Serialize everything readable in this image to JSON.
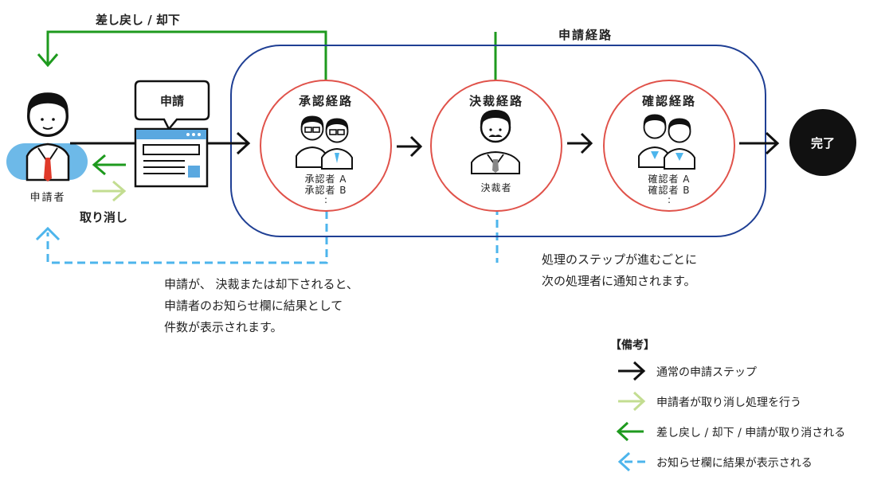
{
  "flow": {
    "return_label": "差し戻し / 却下",
    "route_label": "申請経路",
    "cancel_label": "取り消し",
    "application_label": "申請",
    "applicant": {
      "name": "申請者"
    },
    "stages": [
      {
        "title": "承認経路",
        "persons": [
          "承認者 A",
          "承認者 B",
          ":"
        ]
      },
      {
        "title": "決裁経路",
        "persons": [
          "決裁者"
        ]
      },
      {
        "title": "確認経路",
        "persons": [
          "確認者 A",
          "確認者 B",
          ":"
        ]
      }
    ],
    "complete_label": "完了"
  },
  "notes": {
    "result_lines": [
      "申請が、 決裁または却下されると、",
      "申請者のお知らせ欄に結果として",
      "件数が表示されます。"
    ],
    "step_lines": [
      "処理のステップが進むごとに",
      "次の処理者に通知されます。"
    ]
  },
  "legend": {
    "title": "【備考】",
    "items": [
      {
        "label": "通常の申請ステップ",
        "color": "#111111",
        "style": "solid-right"
      },
      {
        "label": "申請者が取り消し処理を行う",
        "color": "#c3dd91",
        "style": "solid-right"
      },
      {
        "label": "差し戻し / 却下 / 申請が取り消される",
        "color": "#1e9a1e",
        "style": "solid-left"
      },
      {
        "label": "お知らせ欄に結果が表示される",
        "color": "#4db5ec",
        "style": "dashed-left"
      }
    ]
  },
  "colors": {
    "black_arrow": "#111111",
    "cancel_arrow": "#c3dd91",
    "return_arrow": "#1e9a1e",
    "notice_arrow": "#4db5ec",
    "route_border": "#1f3f94",
    "stage_circle": "#e0524a",
    "applicant_shirt": "#6db9e8",
    "window_bar": "#5aa8e0"
  }
}
